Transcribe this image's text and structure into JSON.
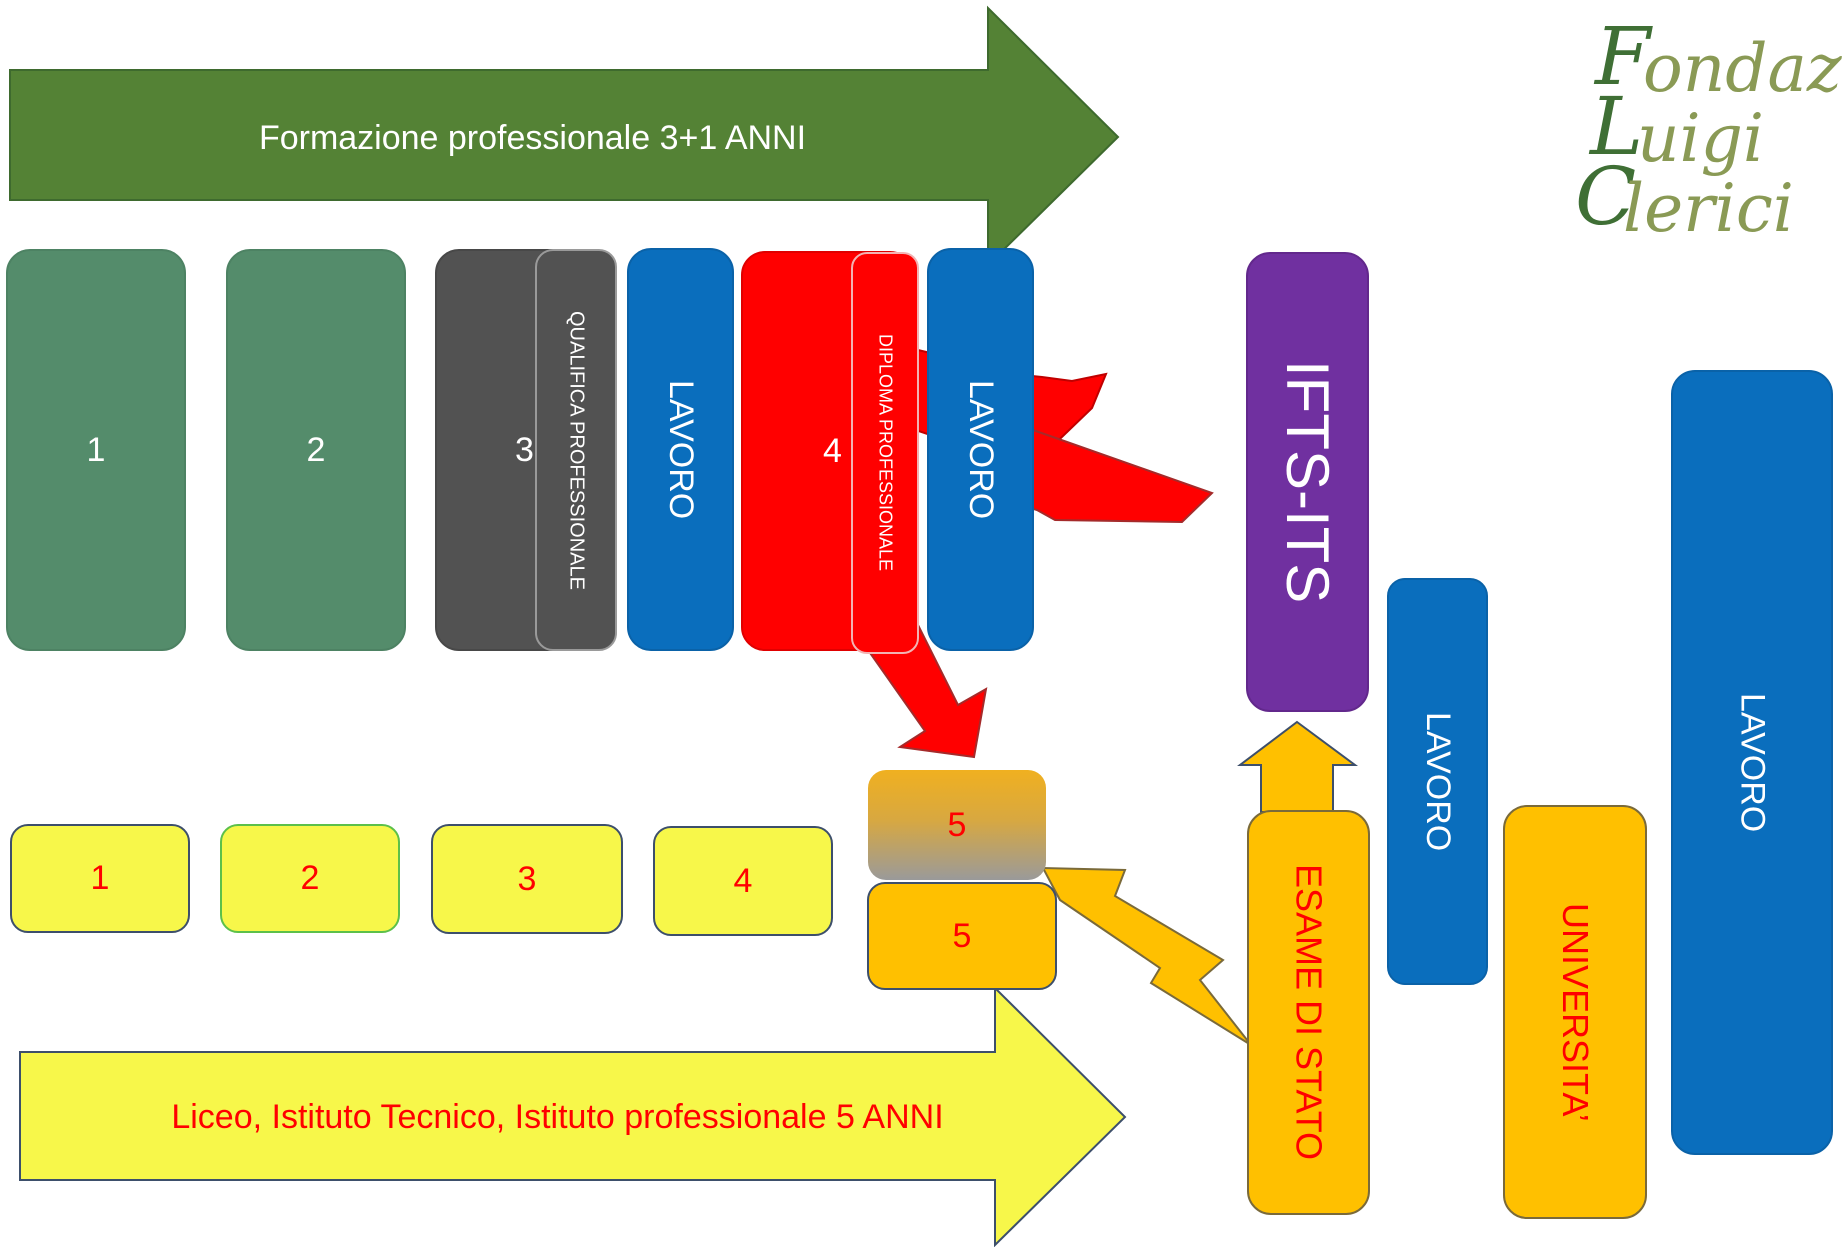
{
  "arrows": {
    "formazione": {
      "label": "Formazione professionale 3+1 ANNI",
      "color": "#548235",
      "text_color": "#ffffff"
    },
    "liceo": {
      "label": "Liceo, Istituto Tecnico, Istituto professionale 5 ANNI",
      "color": "#f7f74a",
      "text_color": "#ff0000"
    },
    "connector_red": "#ff0000",
    "connector_orange": "#ffc000"
  },
  "professional_track": {
    "year1": "1",
    "year2": "2",
    "year3": "3",
    "qualifica": "QUALIFICA PROFESSIONALE",
    "lavoro_after_3": "LAVORO",
    "year4": "4",
    "diploma": "DIPLOMA PROFESSIONALE",
    "lavoro_after_4": "LAVORO"
  },
  "school_track": {
    "years": [
      "1",
      "2",
      "3",
      "4"
    ],
    "year5_gradient": "5",
    "year5": "5"
  },
  "outcomes": {
    "ifts": "IFTS-ITS",
    "esame": "ESAME DI STATO",
    "lavoro_mid": "LAVORO",
    "universita": "UNIVERSITA’",
    "lavoro_right": "LAVORO"
  },
  "logo": {
    "line1_initial": "F",
    "line1_rest": "ondazio",
    "line2_initial": "L",
    "line2_rest": "uigi",
    "line3_initial": "C",
    "line3_rest": "lerici"
  },
  "colors": {
    "green_box": "#548c6b",
    "grey_box": "#525252",
    "blue_box": "#0a6ebd",
    "red_box": "#ff0000",
    "purple_box": "#7030a0",
    "orange_box": "#ffc000",
    "yellow_box": "#f7f74a"
  }
}
